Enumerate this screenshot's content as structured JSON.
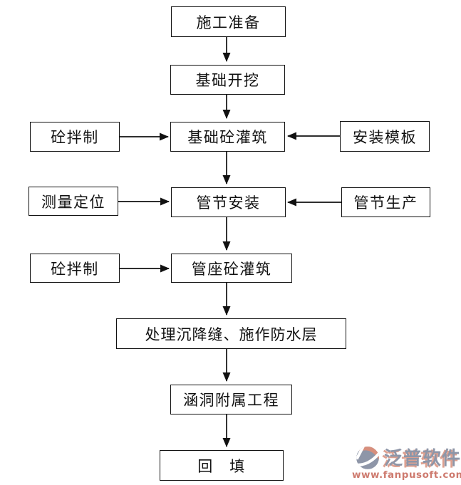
{
  "diagram": {
    "type": "flowchart",
    "nodes": [
      {
        "id": "construction-preparation",
        "label": "施工准备"
      },
      {
        "id": "foundation-excavation",
        "label": "基础开挖"
      },
      {
        "id": "concrete-mixing-a",
        "label": "砼拌制"
      },
      {
        "id": "foundation-concrete-pouring",
        "label": "基础砼灌筑"
      },
      {
        "id": "formwork-installation",
        "label": "安装模板"
      },
      {
        "id": "survey-positioning",
        "label": "测量定位"
      },
      {
        "id": "pipe-section-installation",
        "label": "管节安装"
      },
      {
        "id": "pipe-section-production",
        "label": "管节生产"
      },
      {
        "id": "concrete-mixing-b",
        "label": "砼拌制"
      },
      {
        "id": "pipe-seat-concrete-pouring",
        "label": "管座砼灌筑"
      },
      {
        "id": "settlement-joint-waterproof-layer",
        "label": "处理沉降缝、施作防水层"
      },
      {
        "id": "culvert-auxiliary-works",
        "label": "涵洞附属工程"
      },
      {
        "id": "backfill",
        "label": "回　填"
      }
    ],
    "edges": [
      {
        "from": "construction-preparation",
        "to": "foundation-excavation"
      },
      {
        "from": "foundation-excavation",
        "to": "foundation-concrete-pouring"
      },
      {
        "from": "concrete-mixing-a",
        "to": "foundation-concrete-pouring"
      },
      {
        "from": "formwork-installation",
        "to": "foundation-concrete-pouring"
      },
      {
        "from": "foundation-concrete-pouring",
        "to": "pipe-section-installation"
      },
      {
        "from": "survey-positioning",
        "to": "pipe-section-installation"
      },
      {
        "from": "pipe-section-production",
        "to": "pipe-section-installation"
      },
      {
        "from": "pipe-section-installation",
        "to": "pipe-seat-concrete-pouring"
      },
      {
        "from": "concrete-mixing-b",
        "to": "pipe-seat-concrete-pouring"
      },
      {
        "from": "pipe-seat-concrete-pouring",
        "to": "settlement-joint-waterproof-layer"
      },
      {
        "from": "settlement-joint-waterproof-layer",
        "to": "culvert-auxiliary-works"
      },
      {
        "from": "culvert-auxiliary-works",
        "to": "backfill"
      }
    ],
    "colors": {
      "background": "#ffffff",
      "box_border": "#111111",
      "box_fill": "#ffffff",
      "text": "#111111",
      "arrow": "#111111"
    }
  },
  "watermark": {
    "brand": "泛普软件",
    "url": "www.fanpusoft.com",
    "brand_color": "#8e96a8",
    "accent_color": "#d78f7d",
    "url_color": "#ce7b6f"
  }
}
